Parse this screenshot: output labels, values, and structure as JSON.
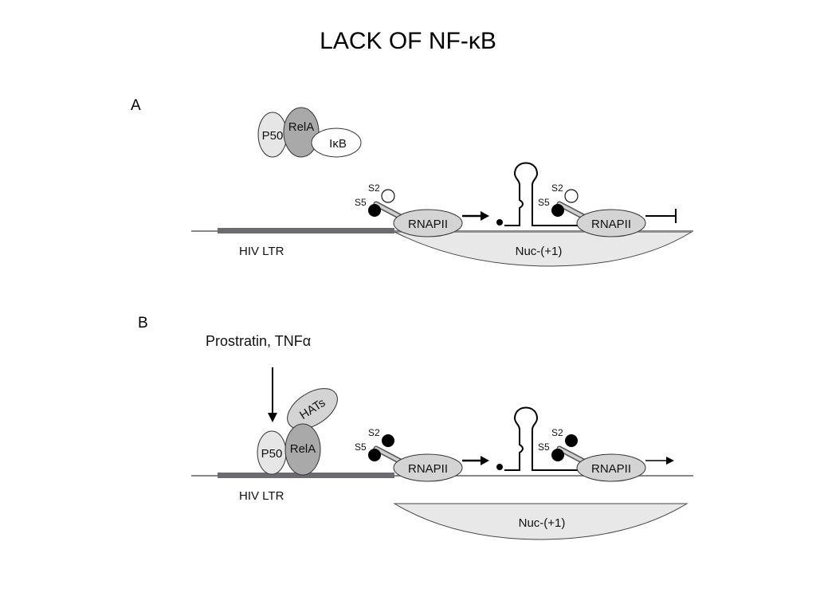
{
  "title": "LACK OF NF-κB",
  "panel_a": {
    "label": "A",
    "p50": "P50",
    "rela": "RelA",
    "ikb": "IκB",
    "s2_promoter": "S2",
    "s5_promoter": "S5",
    "rnapii_promoter": "RNAPII",
    "s2_paused": "S2",
    "s5_paused": "S5",
    "rnapii_paused": "RNAPII",
    "hiv_ltr": "HIV LTR",
    "nucleosome": "Nuc-(+1)"
  },
  "panel_b": {
    "label": "B",
    "treatment": "Prostratin, TNFα",
    "hats": "HATs",
    "p50": "P50",
    "rela": "RelA",
    "s2_promoter": "S2",
    "s5_promoter": "S5",
    "rnapii_promoter": "RNAPII",
    "s2_elongating": "S2",
    "s5_elongating": "S5",
    "rnapii_elongating": "RNAPII",
    "hiv_ltr": "HIV LTR",
    "nucleosome": "Nuc-(+1)"
  },
  "colors": {
    "dna_line": "#888888",
    "ltr_bar": "#6e6a72",
    "nucleosome_fill": "#e8e8e8",
    "rnapii_fill": "#d4d4d4",
    "p50_fill": "#e6e6e6",
    "rela_fill": "#a9a9a9",
    "hats_fill": "#d4d4d4",
    "phospho_filled": "#000000",
    "phospho_open": "#ffffff"
  }
}
